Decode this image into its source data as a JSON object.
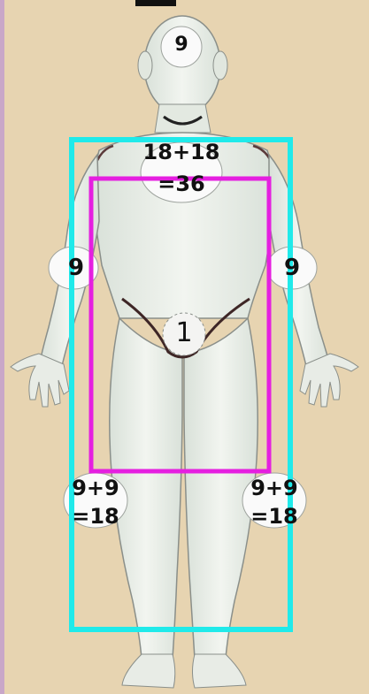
{
  "figure": {
    "labels": {
      "head": "9",
      "chest_line1": "18+18",
      "chest_line2": "=36",
      "left_arm": "9",
      "right_arm": "9",
      "perineum": "1",
      "left_leg_line1": "9+9",
      "left_leg_line2": "=18",
      "right_leg_line1": "9+9",
      "right_leg_line2": "=18"
    },
    "colors": {
      "background": "#e7d4b1",
      "skin": "#e9eee7",
      "outline": "#7b7f7a",
      "cyan_box": "#20eaea",
      "magenta_box": "#e51fe0",
      "text": "#111111"
    }
  }
}
